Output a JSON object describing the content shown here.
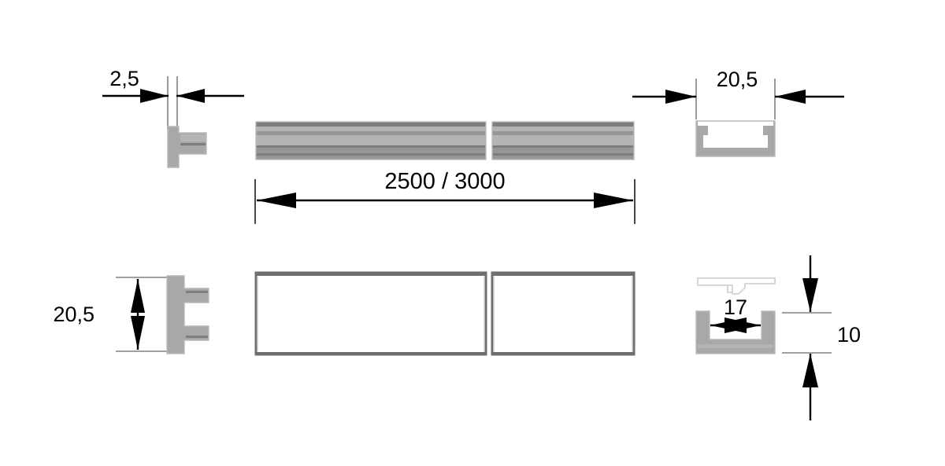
{
  "drawing": {
    "title": "LED aluminium profile dimensioned drawing",
    "units": "mm",
    "background_color": "#ffffff",
    "line_color": "#000000",
    "body_color": "#a8a8a8"
  },
  "dimensions": {
    "endcap_thickness": "2,5",
    "profile_width": "20,5",
    "profile_length": "2500 / 3000",
    "endcap_height": "20,5",
    "channel_inner_width": "17",
    "profile_height": "10"
  },
  "views": {
    "top_left": {
      "name": "endcap-top-view",
      "label": "2,5"
    },
    "top_center": {
      "name": "profile-front-view",
      "label": "2500 / 3000"
    },
    "top_right": {
      "name": "profile-cross-section-with-cover",
      "label": "20,5"
    },
    "bottom_left": {
      "name": "endcap-side-view",
      "label": "20,5"
    },
    "bottom_center": {
      "name": "profile-top-view",
      "label": ""
    },
    "bottom_right": {
      "name": "profile-cross-section-open",
      "labels": [
        "17",
        "10"
      ]
    }
  }
}
